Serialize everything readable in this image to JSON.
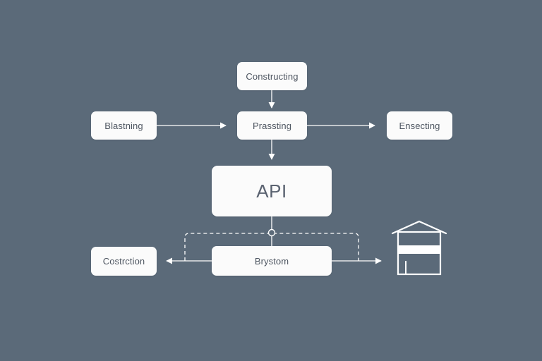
{
  "colors": {
    "background": "#5b6a79",
    "node_fill": "#fbfbfb",
    "node_text": "#4e5661",
    "connector": "#ffffff"
  },
  "nodes": {
    "constructing": "Constructing",
    "blastning": "Blastning",
    "prassting": "Prassting",
    "ensecting": "Ensecting",
    "api": "API",
    "costrction": "Costrction",
    "brystom": "Brystom"
  },
  "icons": {
    "warehouse": "warehouse-icon"
  }
}
